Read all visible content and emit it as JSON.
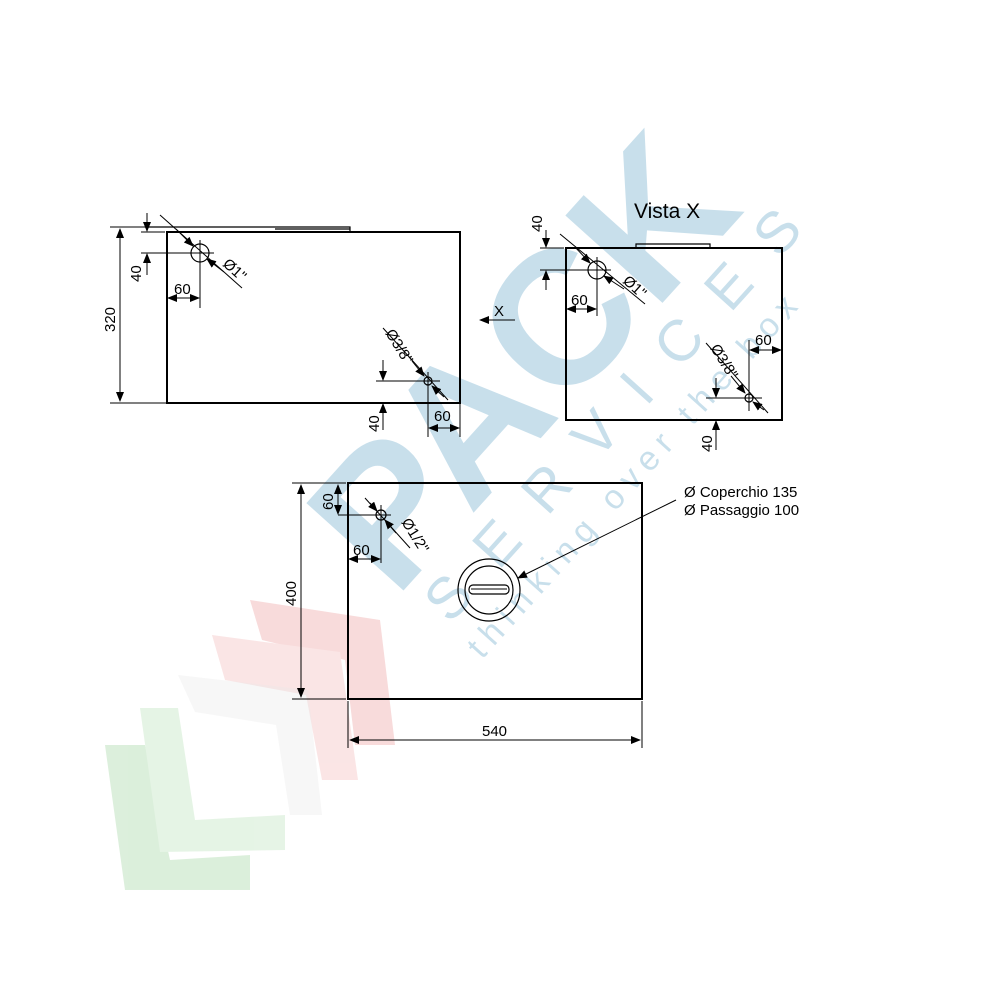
{
  "view_title": "Vista X",
  "view_arrow_label": "X",
  "front_view": {
    "height_dim": "320",
    "top_hole": {
      "offset_top": "40",
      "offset_side": "60",
      "diameter": "Ø1\""
    },
    "bottom_hole": {
      "offset_bottom": "40",
      "offset_side": "60",
      "diameter": "Ø3/8\""
    }
  },
  "side_view": {
    "top_hole": {
      "offset_top": "40",
      "offset_side": "60",
      "diameter": "Ø1\""
    },
    "bottom_hole": {
      "offset_bottom": "40",
      "offset_side": "60",
      "diameter": "Ø3/8\""
    }
  },
  "top_view": {
    "height_dim": "400",
    "width_dim": "540",
    "hole": {
      "offset_top": "60",
      "offset_side": "60",
      "diameter": "Ø1/2\""
    },
    "lid_label_1": "Ø Coperchio 135",
    "lid_label_2": "Ø Passaggio 100"
  },
  "watermark": {
    "brand": "PACK",
    "services": "SERVICES",
    "tagline": "thinking over the box"
  },
  "colors": {
    "line": "#000000",
    "watermark_blue": "#9cc6dc",
    "watermark_red": "#f2b8b8",
    "watermark_green": "#b9e0b9"
  }
}
